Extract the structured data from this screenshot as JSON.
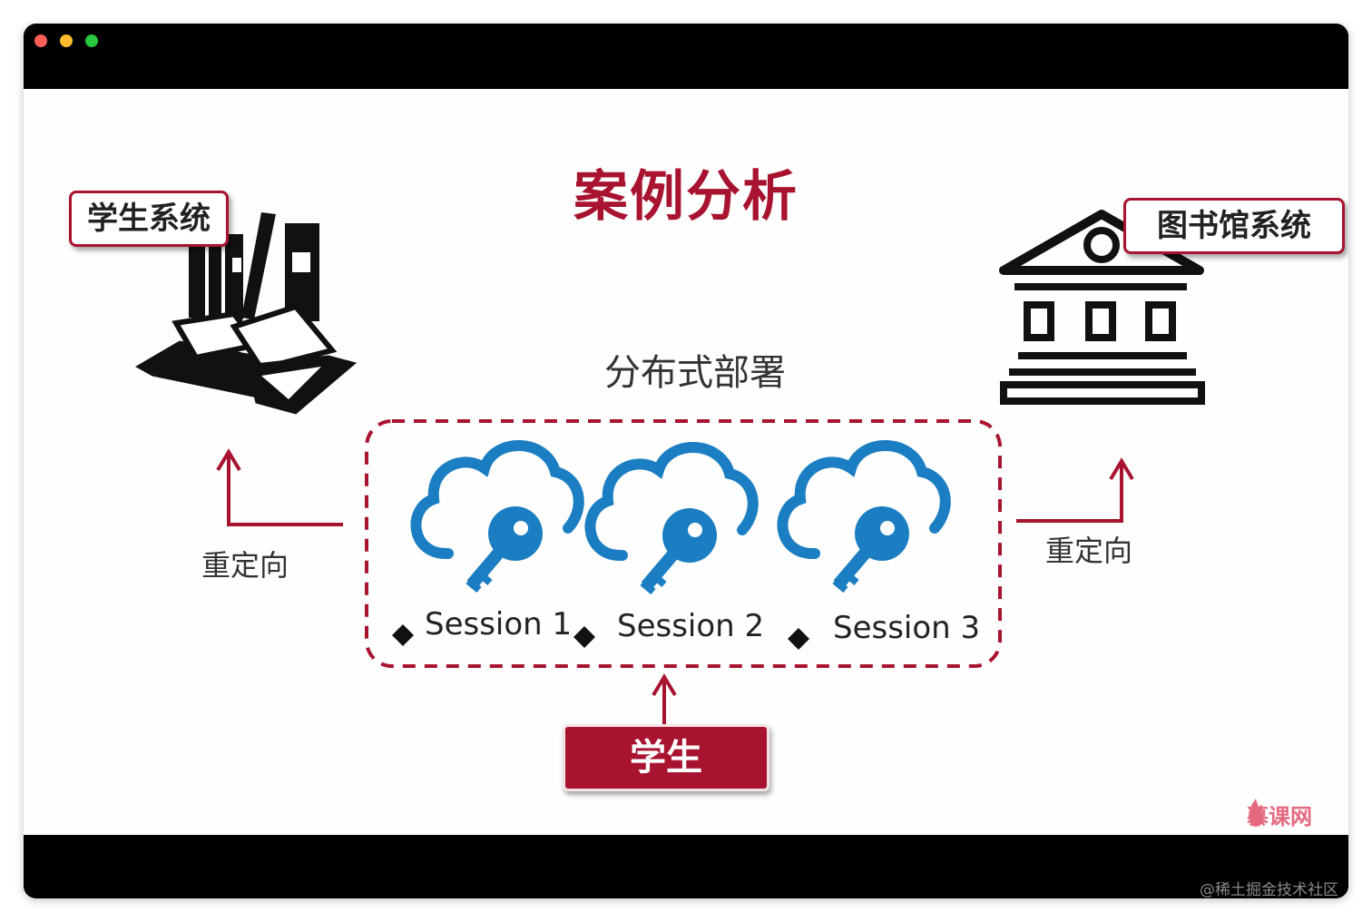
{
  "slide": {
    "title": "案例分析",
    "subtitle": "分布式部署",
    "student_system_label": "学生系统",
    "library_system_label": "图书馆系统",
    "redirect_left": "重定向",
    "redirect_right": "重定向",
    "sessions": [
      "Session 1",
      "Session 2",
      "Session 3"
    ],
    "student_label": "学生",
    "logo_text": "慕课网"
  },
  "watermark": "@稀土掘金技术社区",
  "colors": {
    "accent": "#a8132f",
    "cloud": "#1b7ec2",
    "icon": "#111111"
  },
  "icons": [
    "books-icon",
    "library-building-icon",
    "cloud-key-icon"
  ]
}
